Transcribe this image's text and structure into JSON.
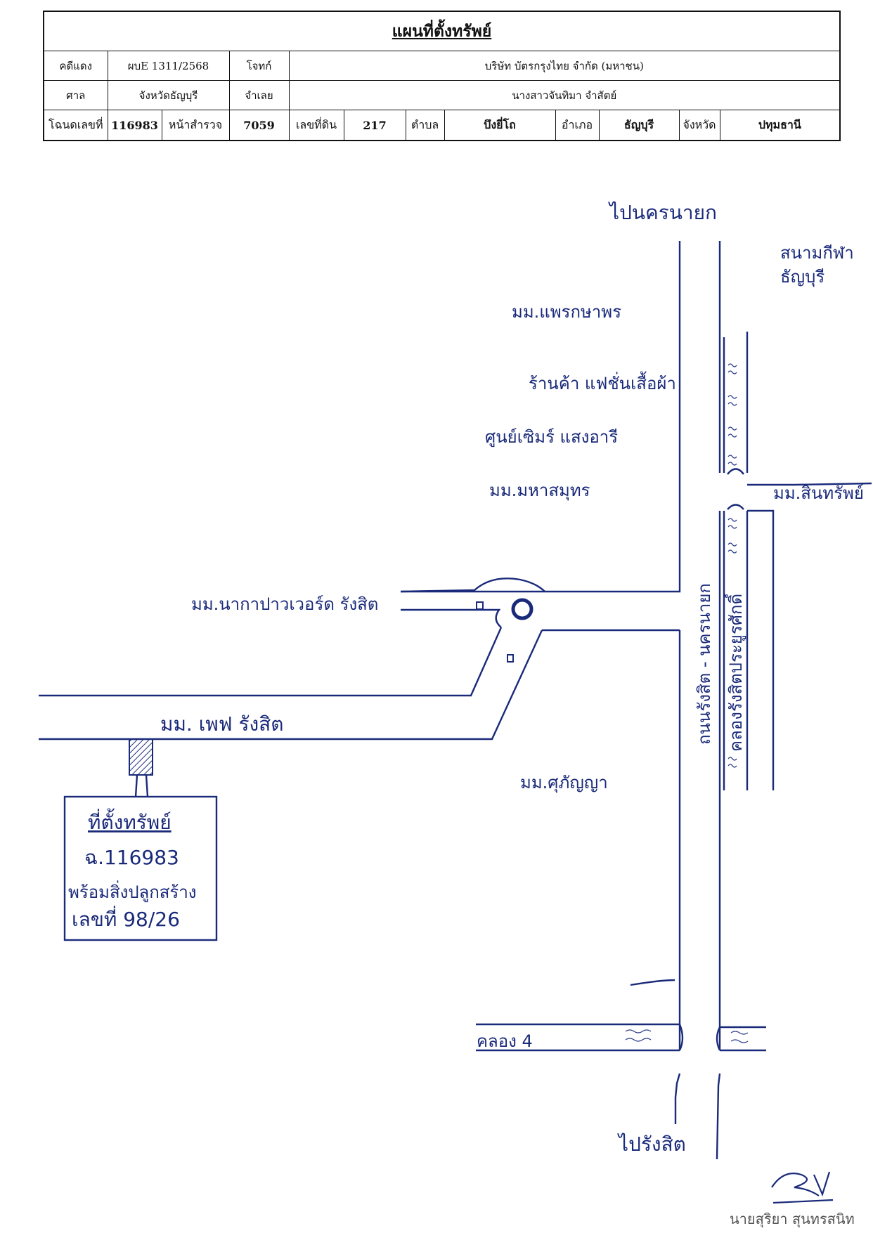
{
  "header": {
    "title": "แผนที่ตั้งทรัพย์",
    "case_label": "คดีแดง",
    "case_value": "ผบE 1311/2568",
    "plaintiff_label": "โจทก์",
    "plaintiff_value": "บริษัท บัตรกรุงไทย จำกัด (มหาชน)",
    "court_label": "ศาล",
    "court_value": "จังหวัดธัญบุรี",
    "defendant_label": "จำเลย",
    "defendant_value": "นางสาวจันทิมา จำสัตย์",
    "deed_label": "โฉนดเลขที่",
    "deed_value": "116983",
    "survey_label": "หน้าสำรวจ",
    "survey_value": "7059",
    "land_no_label": "เลขที่ดิน",
    "land_no_value": "217",
    "subdistrict_label": "ตำบล",
    "subdistrict_value": "บึงยี่โถ",
    "district_label": "อำเภอ",
    "district_value": "ธัญบุรี",
    "province_label": "จังหวัด",
    "province_value": "ปทุมธานี"
  },
  "map": {
    "to_nakhon_nayok": "ไปนครนายก",
    "stadium": "สนามกีฬา",
    "stadium_2": "ธัญบุรี",
    "village_phruksa": "มม.แพรกษาพร",
    "shop": "ร้านค้า แฟชั่นเสื้อผ้า",
    "center": "ศูนย์เซิมร์ แสงอารี",
    "village_mahasup": "มม.มหาสมุทร",
    "village_east": "มม.สินทรัพย์",
    "village_golden": "มม.นากาปาวเวอร์ด รังสิต",
    "village_pep": "มม. เพฟ รังสิต",
    "road_label": "ถนนรังสิต - นครนายก",
    "canal_road_label": "คลองรังสิตประยูรศักดิ์",
    "village_kunya": "มม.ศุภัญญา",
    "property_box": {
      "title": "ที่ตั้งทรัพย์",
      "line1": "ฉ.116983",
      "line2": "พร้อมสิ่งปลูกสร้าง",
      "line3": "เลขที่ 98/26"
    },
    "khlong4": "คลอง 4",
    "to_rangsit": "ไปรังสิต",
    "signature_name": "นายสุริยา สุนทรสนิท"
  },
  "colors": {
    "ink_blue": "#1a2a7a",
    "print_black": "#111111"
  }
}
